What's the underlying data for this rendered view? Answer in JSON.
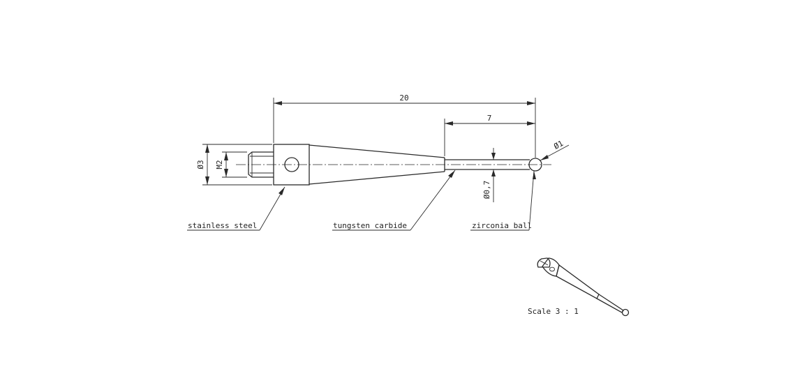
{
  "dimensions": {
    "overall_length": "20",
    "stem_length": "7",
    "ball_diameter": "Ø1",
    "body_diameter": "Ø3",
    "thread": "M2",
    "stem_diameter": "Ø0,7"
  },
  "materials": {
    "body": "stainless steel",
    "stem": "tungsten carbide",
    "tip": "zirconia ball"
  },
  "scale_label": "Scale 3 : 1"
}
